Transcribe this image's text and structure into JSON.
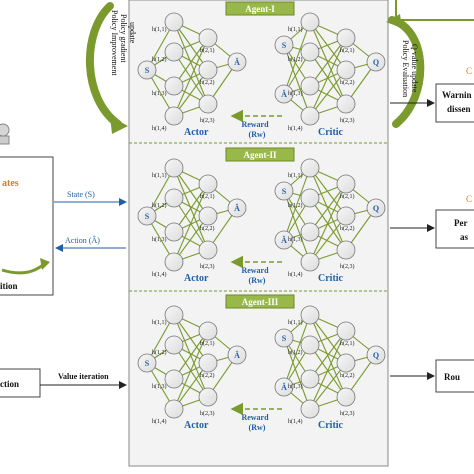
{
  "agents": [
    {
      "title": "Agent-I",
      "actor_label": "Actor",
      "critic_label": "Critic",
      "reward_line1": "Reward",
      "reward_line2": "(Rw)"
    },
    {
      "title": "Agent-II",
      "actor_label": "Actor",
      "critic_label": "Critic",
      "reward_line1": "Reward",
      "reward_line2": "(Rw)"
    },
    {
      "title": "Agent-III",
      "actor_label": "Actor",
      "critic_label": "Critic",
      "reward_line1": "Reward",
      "reward_line2": "(Rw)"
    }
  ],
  "nodes": {
    "input": "S",
    "output_actor": "Â",
    "output_critic": "Q",
    "critic_input_action": "Â",
    "actor_hidden1": [
      "h(1,1)",
      "h(1,2)",
      "h(1,3)",
      "h(1,4)"
    ],
    "actor_hidden2": [
      "h(2,1)",
      "h(2,2)",
      "h(2,3)"
    ]
  },
  "curved_arrows": {
    "left_line1": "Policy Improvement",
    "left_line2": "Policy gradient",
    "left_line3": "update",
    "right_line1": "Policy Evaluation",
    "right_line2": "Q value update"
  },
  "left_labels": {
    "state": "State (S)",
    "action": "Action (Â)",
    "value_iteration": "Value iteration",
    "states_fragment": "ates",
    "ition_fragment": "ition",
    "ction_fragment": "ction"
  },
  "right_boxes": {
    "box1_line1": "Warnin",
    "box1_line2": "dissen",
    "box2_line1": "Per",
    "box2_line2": "as",
    "box3_line1": "Rou",
    "orange_top": "C",
    "orange_mid": "C"
  },
  "colors": {
    "green": "#7a9a2e",
    "blue": "#1f5fa8",
    "orange": "#e07a1f",
    "panel_bg": "#f2f2f2",
    "node_fill": "#e6e6e6",
    "title_bg": "#98b84a"
  }
}
